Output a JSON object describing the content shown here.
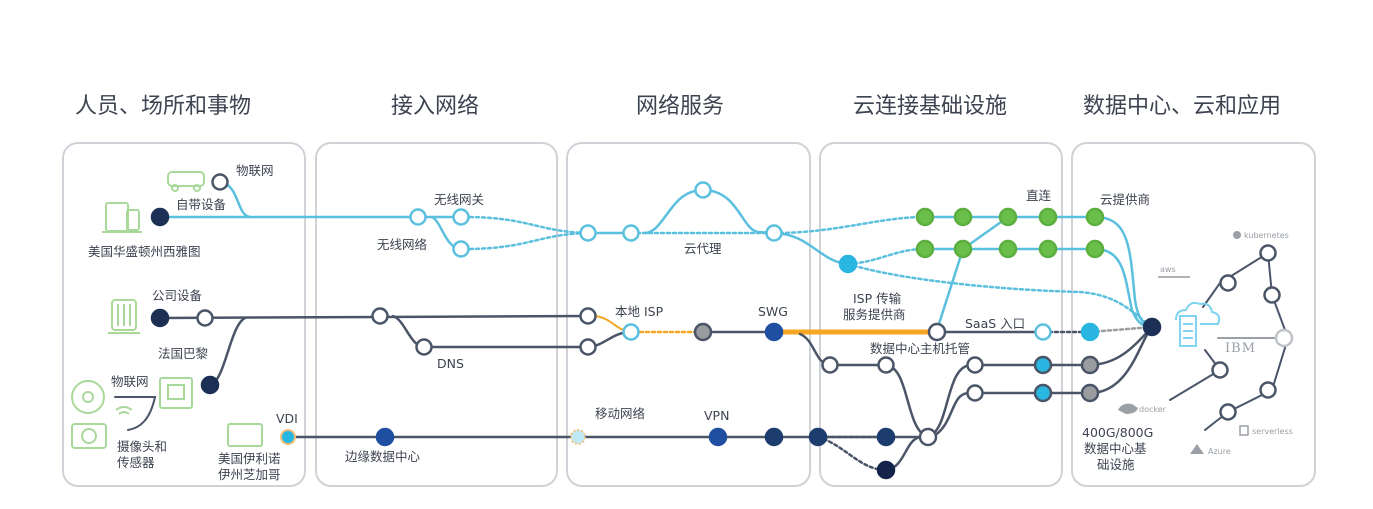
{
  "columns": [
    {
      "title": "人员、场所和事物"
    },
    {
      "title": "接入网络"
    },
    {
      "title": "网络服务"
    },
    {
      "title": "云连接基础设施"
    },
    {
      "title": "数据中心、云和应用"
    }
  ],
  "labels": {
    "iot_top": "物联网",
    "byod": "自带设备",
    "seattle": "美国华盛顿州西雅图",
    "corp_devices": "公司设备",
    "paris": "法国巴黎",
    "iot_left": "物联网",
    "cameras_line1": "摄像头和",
    "cameras_line2": "传感器",
    "vdi": "VDI",
    "chicago_line1": "美国伊利诺",
    "chicago_line2": "伊州芝加哥",
    "wireless_gateway": "无线网关",
    "wireless_network": "无线网络",
    "dns": "DNS",
    "edge_dc": "边缘数据中心",
    "cloud_proxy": "云代理",
    "local_isp": "本地 ISP",
    "swg": "SWG",
    "mobile_network": "移动网络",
    "vpn": "VPN",
    "direct_connect": "直连",
    "isp_transport_line1": "ISP 传输",
    "isp_transport_line2": "服务提供商",
    "saas_entry": "SaaS 入口",
    "dc_colo": "数据中心主机托管",
    "cloud_providers": "云提供商",
    "dc_infra_line1": "400G/800G",
    "dc_infra_line2": "数据中心基",
    "dc_infra_line3": "础设施"
  },
  "logos": {
    "kubernetes": "kubernetes",
    "aws": "aws",
    "ibm": "IBM",
    "docker": "docker",
    "serverless": "serverless",
    "azure": "Azure"
  },
  "colors": {
    "cyan_line": "#5bc0de",
    "navy_line": "#4a5568",
    "orange_line": "#f5a623",
    "green_node": "#6abf4b",
    "navy_node": "#1c2f55",
    "blue_node": "#1f4fa0",
    "gray_node": "#9a9ca0",
    "device_green": "#a9d99a"
  }
}
